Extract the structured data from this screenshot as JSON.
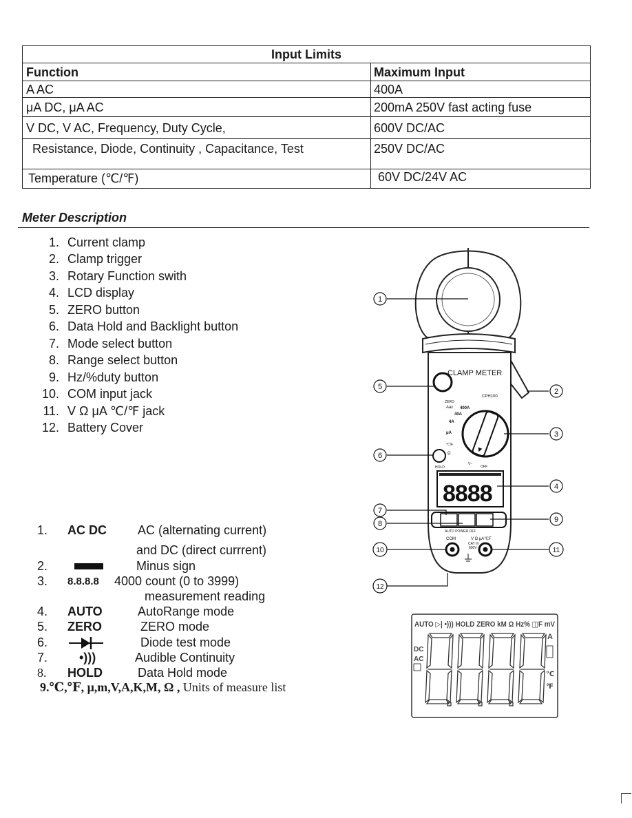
{
  "input_limits": {
    "title": "Input Limits",
    "header": {
      "function": "Function",
      "max": "Maximum Input"
    },
    "rows": [
      {
        "function": "A AC",
        "max": "400A"
      },
      {
        "function": "μA DC, μA AC",
        "max": "200mA 250V fast acting fuse"
      },
      {
        "function": "V DC, V AC, Frequency, Duty Cycle,",
        "max": "600V DC/AC"
      },
      {
        "function": "Resistance, Diode, Continuity , Capacitance, Test",
        "max": "250V DC/AC"
      },
      {
        "function": "Temperature (℃/℉)",
        "max": "60V DC/24V AC"
      }
    ]
  },
  "meter_description": {
    "title": "Meter Description",
    "items": [
      {
        "num": "1.",
        "label": "Current clamp"
      },
      {
        "num": "2.",
        "label": "Clamp trigger"
      },
      {
        "num": "3.",
        "label": "Rotary Function swith"
      },
      {
        "num": "4.",
        "label": "LCD display"
      },
      {
        "num": "5.",
        "label": "ZERO button"
      },
      {
        "num": "6.",
        "label": "Data Hold and Backlight button"
      },
      {
        "num": "7.",
        "label": "Mode select button"
      },
      {
        "num": "8.",
        "label": "Range select button"
      },
      {
        "num": "9.",
        "label": "Hz/%duty button"
      },
      {
        "num": "10.",
        "label": "COM input jack"
      },
      {
        "num": "11.",
        "label": "V  Ω μA  ℃/℉  jack"
      },
      {
        "num": "12.",
        "label": "Battery Cover"
      }
    ]
  },
  "symbols": {
    "s1": {
      "num": "1.",
      "sym": "AC  DC",
      "desc": "AC (alternating current)",
      "desc2": "and DC (direct currrent)"
    },
    "s2": {
      "num": "2.",
      "desc": "Minus sign"
    },
    "s3": {
      "num": "3.",
      "sym": "8.8.8.8",
      "desc": "4000 count (0 to 3999)",
      "desc2": "measurement reading"
    },
    "s4": {
      "num": "4.",
      "sym": "AUTO",
      "desc": "AutoRange mode"
    },
    "s5": {
      "num": "5.",
      "sym": "ZERO",
      "desc": "ZERO mode"
    },
    "s6": {
      "num": "6.",
      "desc": "Diode test mode"
    },
    "s7": {
      "num": "7.",
      "sym": "•)))",
      "desc": "Audible Continuity"
    },
    "s8": {
      "num": "8.",
      "sym": "HOLD",
      "desc": "Data Hold mode"
    },
    "s9": {
      "prefix": "9.℃,℉, μ,m,V,A,K,M, Ω ,",
      "desc": "Units of measure list"
    }
  },
  "meter_drawing": {
    "brand": "CLAMP METER",
    "model": "CPH100",
    "callouts": [
      "1",
      "2",
      "3",
      "4",
      "5",
      "6",
      "7",
      "8",
      "9",
      "10",
      "11",
      "12"
    ],
    "dial_labels": {
      "zero": "ZERO",
      "aac": "Aac",
      "a400": "400A",
      "a40": "40A",
      "a4": "4A",
      "ua": "μA",
      "temp": "℃/F",
      "ohm": "Ω",
      "volt": "V~",
      "off": "OFF",
      "hold": "HOLD"
    },
    "lcd_reading": "8888",
    "auto_power_off": "AUTO POWER OFF",
    "com": "COM",
    "jack_label": "V Ω μA℃F",
    "cat": "CAT III",
    "cat_v": "600V"
  },
  "lcd_panel": {
    "top_icons": "AUTO  ▷|  •))) HOLD ZERO kM Ω Hz% ◫F mV",
    "left": [
      "DC",
      "AC"
    ],
    "right": [
      "A",
      "℃",
      "℉"
    ]
  }
}
